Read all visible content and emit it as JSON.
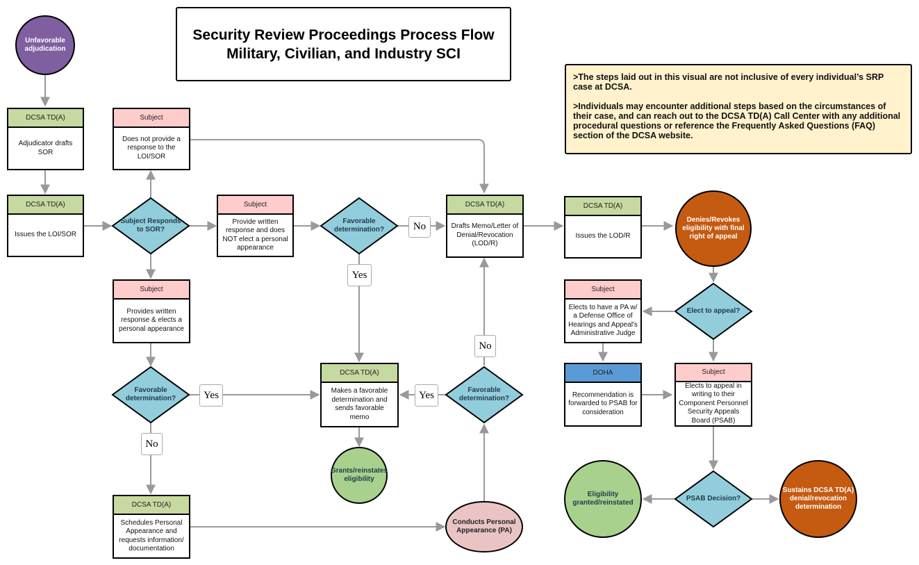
{
  "title": {
    "line1": "Security Review Proceedings Process Flow",
    "line2": "Military, Civilian, and Industry SCI"
  },
  "note": {
    "p1": ">The steps laid out in this visual are not inclusive of every individual’s SRP case at DCSA.",
    "p2": ">Individuals may encounter additional steps based on the circumstances of their case, and can reach out to the DCSA TD(A) Call Center with any additional procedural questions or reference the Frequently Asked Questions (FAQ) section of the DCSA website."
  },
  "colors": {
    "purple": "#7f5fa0",
    "orange": "#c55a11",
    "green_circle": "#a9d18e",
    "pink_circle": "#eac4c4",
    "diamond": "#92cddc",
    "header_green": "#c5d9a0",
    "header_pink": "#ffcccc",
    "header_blue": "#5b9bd5",
    "note_bg": "#fff2cc",
    "connector": "#999999"
  },
  "nodes": {
    "start": "Unfavorable adjudication",
    "drafts_sor": {
      "header": "DCSA TD(A)",
      "body": "Adjudicator drafts SOR"
    },
    "issues_loi": {
      "header": "DCSA TD(A)",
      "body": "Issues the LOI/SOR"
    },
    "no_response": {
      "header": "Subject",
      "body": "Does not provide a response to the LOI/SOR"
    },
    "responds_decision": "Subject Responds to SOR?",
    "written_no_pa": {
      "header": "Subject",
      "body": "Provide written response and does NOT elect a personal appearance"
    },
    "favorable_1": "Favorable determination?",
    "drafts_lodr": {
      "header": "DCSA TD(A)",
      "body": "Drafts Memo/Letter of Denial/Revocation (LOD/R)"
    },
    "issues_lodr": {
      "header": "DCSA TD(A)",
      "body": "Issues the LOD/R"
    },
    "denies": "Denies/Revokes eligibility with final right of appeal",
    "written_pa": {
      "header": "Subject",
      "body": "Provides written response & elects a personal appearance"
    },
    "favorable_2": "Favorable determination?",
    "favorable_memo": {
      "header": "DCSA TD(A)",
      "body": "Makes a favorable determination and sends favorable memo"
    },
    "favorable_3": "Favorable determination?",
    "grants": "Grants/reinstates eligibility",
    "schedules_pa": {
      "header": "DCSA TD(A)",
      "body": "Schedules Personal Appearance and requests information/ documentation"
    },
    "conducts_pa": "Conducts Personal Appearance (PA)",
    "elect_pa_doha": {
      "header": "Subject",
      "body": "Elects to have a PA w/ a Defense Office of Hearings and Appeal's Administrative Judge"
    },
    "elect_appeal": "Elect to appeal?",
    "doha": {
      "header": "DOHA",
      "body": "Recommendation is forwarded to PSAB for consideration"
    },
    "appeal_writing": {
      "header": "Subject",
      "body": "Elects to appeal in writing to their Component Personnel Security Appeals Board (PSAB)"
    },
    "psab_decision": "PSAB Decision?",
    "eligibility_granted": "Eligibility granted/reinstated",
    "sustains": "Sustains DCSA TD(A) denial/revocation determination"
  },
  "edge_labels": {
    "fav1_no": "No",
    "fav1_yes": "Yes",
    "fav2_yes": "Yes",
    "fav2_no": "No",
    "fav3_yes": "Yes",
    "fav3_no": "No"
  }
}
